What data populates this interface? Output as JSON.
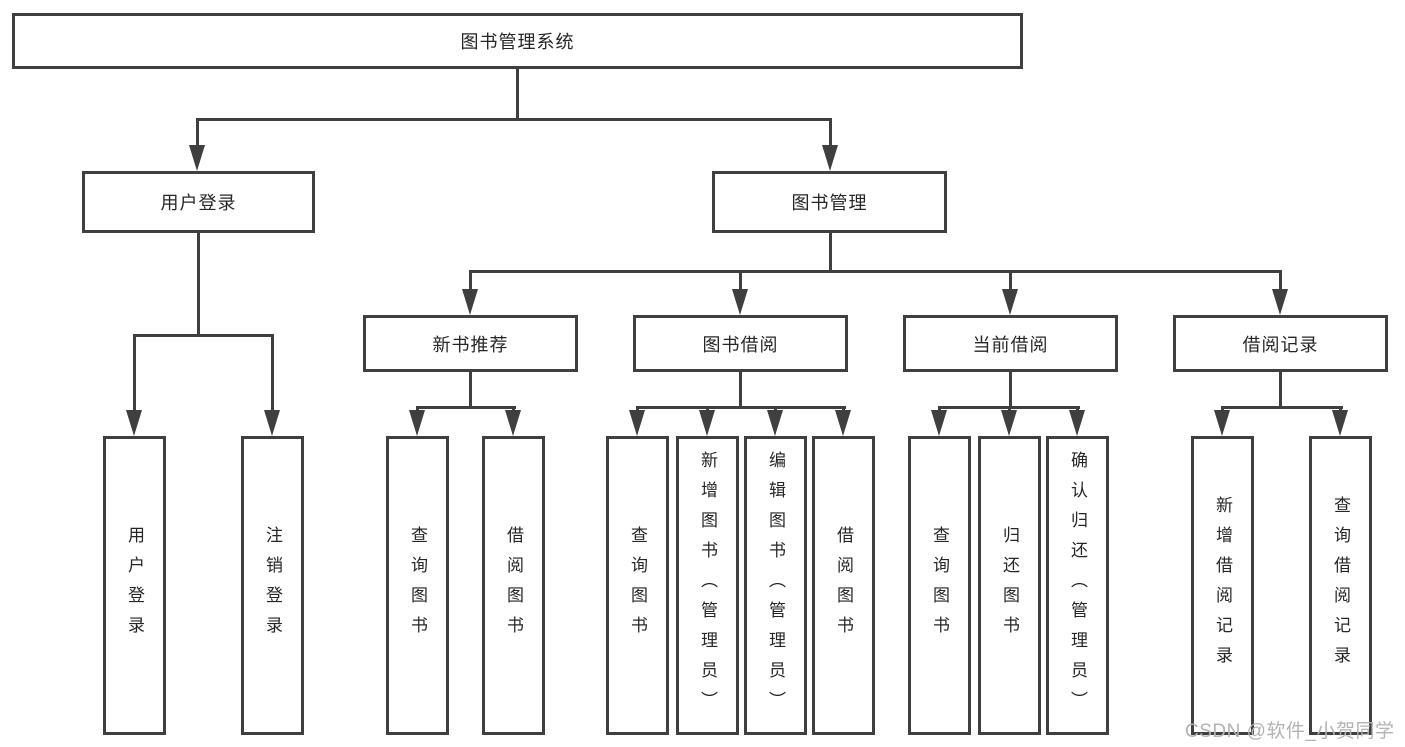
{
  "diagram": {
    "root": {
      "label": "图书管理系统"
    },
    "level2": [
      {
        "label": "用户登录"
      },
      {
        "label": "图书管理"
      }
    ],
    "level3": [
      {
        "label": "新书推荐"
      },
      {
        "label": "图书借阅"
      },
      {
        "label": "当前借阅"
      },
      {
        "label": "借阅记录"
      }
    ],
    "leaves": {
      "user_login": [
        "用户登录",
        "注销登录"
      ],
      "new_book": [
        "查询图书",
        "借阅图书"
      ],
      "book_borrow": [
        "查询图书",
        "新增图书（管理员）",
        "编辑图书（管理员）",
        "借阅图书"
      ],
      "current_borrow": [
        "查询图书",
        "归还图书",
        "确认归还（管理员）"
      ],
      "borrow_records": [
        "新增借阅记录",
        "查询借阅记录"
      ]
    }
  },
  "watermark": {
    "text": "CSDN @软件_小贺同学"
  },
  "colors": {
    "line": "#3f3f3f",
    "text": "#262626",
    "background": "#ffffff",
    "watermark": "#b3b3b3"
  }
}
